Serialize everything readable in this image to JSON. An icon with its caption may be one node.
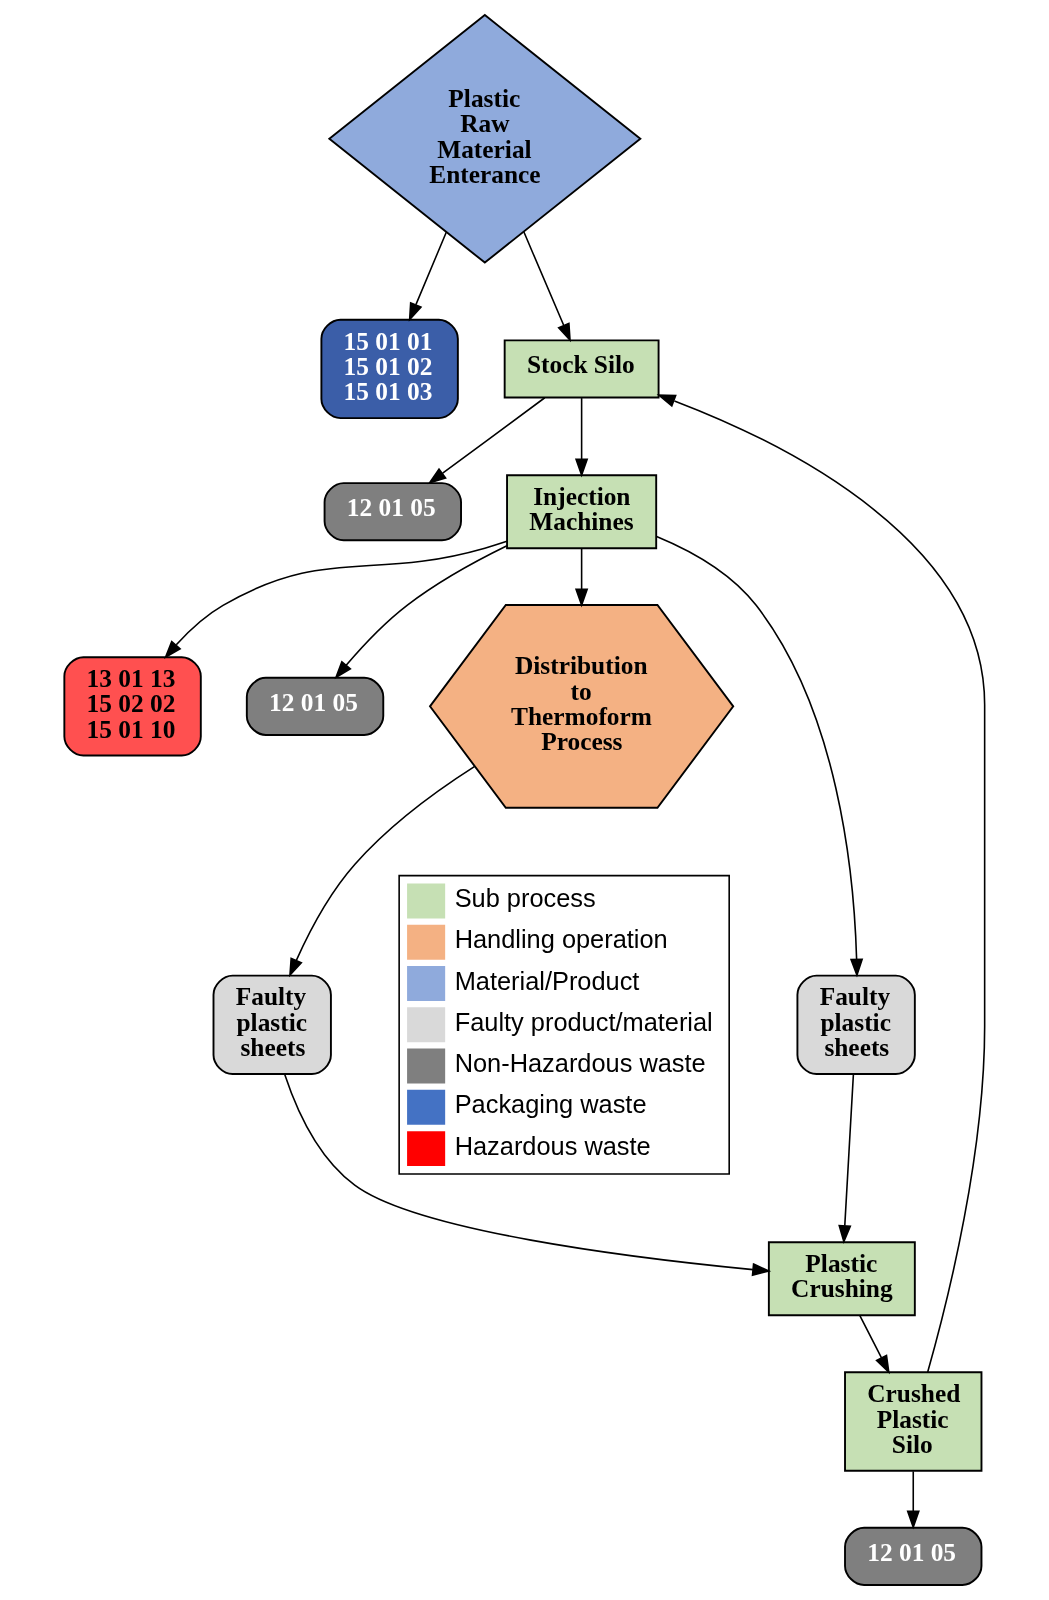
{
  "diagram": {
    "nodes": [
      {
        "text": [
          "Plastic Raw Material Enterance"
        ]
      },
      {
        "text": [
          "15 01 01 15 01 02 15 01 03"
        ]
      },
      {
        "text": [
          "Stock Silo"
        ]
      },
      {
        "text": [
          "12 01 05"
        ]
      },
      {
        "text": [
          "Injection Machines"
        ]
      },
      {
        "text": [
          "13 01 13 15 02 02 15 01 10"
        ]
      },
      {
        "text": [
          "12 01 05"
        ]
      },
      {
        "text": [
          "Distribution to Thermoform Process"
        ]
      },
      {
        "text": [
          "Faulty plastic sheets"
        ]
      },
      {
        "text": [
          "Faulty plastic sheets"
        ]
      },
      {
        "text": [
          "Plastic Crushing"
        ]
      },
      {
        "text": [
          "Crushed Plastic Silo"
        ]
      },
      {
        "text": [
          "12 01 05"
        ]
      }
    ],
    "edges": [
      {
        "from": 0,
        "to": 2,
        "arrow": "to"
      },
      {
        "from": 0,
        "to": 1,
        "arrow": "to"
      },
      {
        "from": 2,
        "to": 3,
        "arrow": "to"
      },
      {
        "from": 2,
        "to": 4,
        "arrow": "to"
      },
      {
        "from": 4,
        "to": 5,
        "arrow": "to"
      },
      {
        "from": 4,
        "to": 6,
        "arrow": "to"
      },
      {
        "from": 4,
        "to": 7,
        "arrow": "to"
      },
      {
        "from": 4,
        "to": 8,
        "arrow": "to"
      },
      {
        "from": 7,
        "to": 9,
        "arrow": "to"
      },
      {
        "from": 8,
        "to": 10,
        "arrow": "to"
      },
      {
        "from": 9,
        "to": 10,
        "arrow": "to"
      },
      {
        "from": 10,
        "to": 11,
        "arrow": "to"
      },
      {
        "from": 11,
        "to": 2,
        "arrow": "to"
      },
      {
        "from": 11,
        "to": 12,
        "arrow": "to"
      }
    ],
    "legend": [
      {
        "text": "Sub process",
        "color": "#c6e0b4"
      },
      {
        "text": "Handling operation",
        "color": "#f4b183"
      },
      {
        "text": "Material/Product",
        "color": "#8faadc"
      },
      {
        "text": "Faulty product/material",
        "color": "#d9d9d9"
      },
      {
        "text": "Non-Hazardous waste",
        "color": "#7f7f7f"
      },
      {
        "text": "Packaging waste",
        "color": "#4472c4"
      },
      {
        "text": "Hazardous waste",
        "color": "#ff0000"
      }
    ]
  }
}
